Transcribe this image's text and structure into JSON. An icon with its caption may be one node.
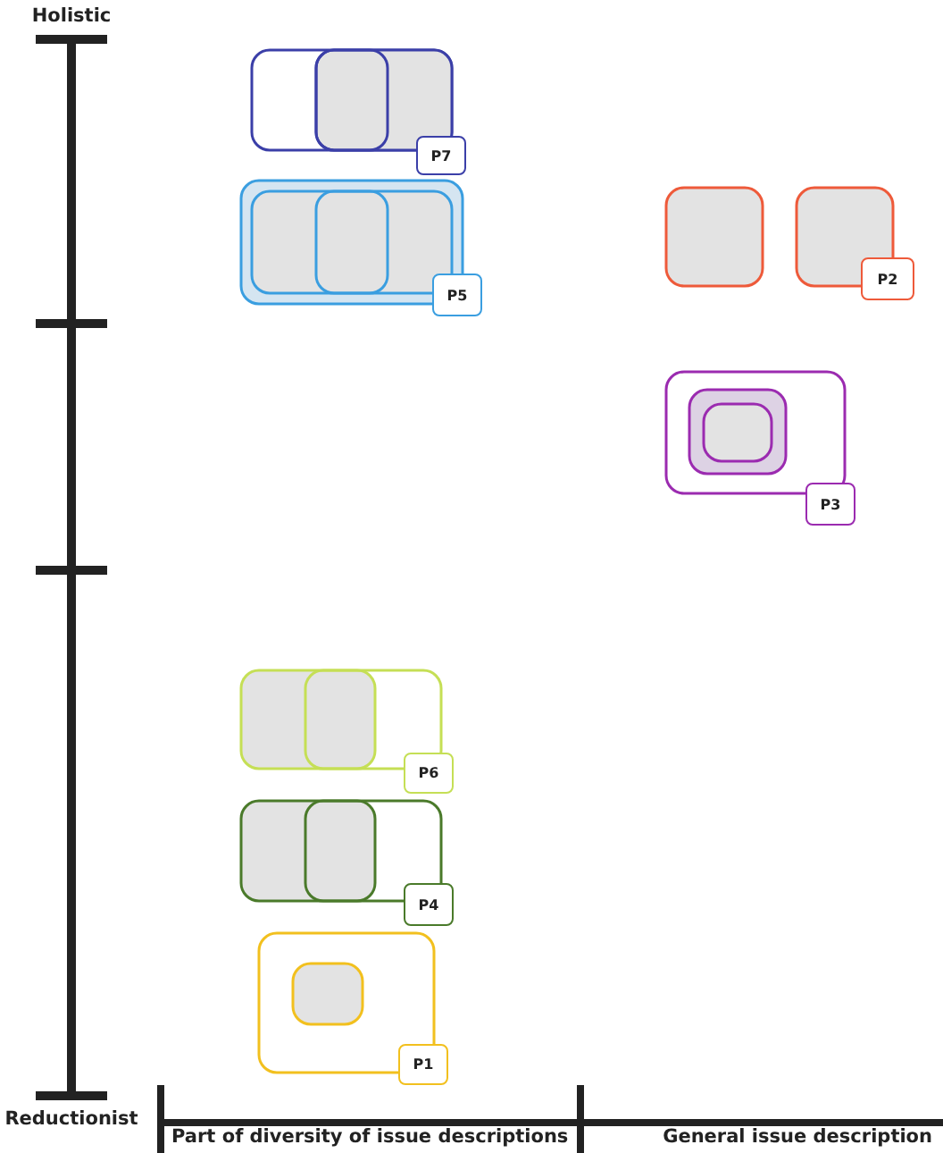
{
  "diagram": {
    "nodes": [
      {
        "text": [
          "P7"
        ]
      },
      {
        "text": [
          "P5"
        ]
      },
      {
        "text": [
          "P2"
        ]
      },
      {
        "text": [
          "P3"
        ]
      },
      {
        "text": [
          "P6"
        ]
      },
      {
        "text": [
          "P4"
        ]
      },
      {
        "text": [
          "P1"
        ]
      }
    ],
    "labels": [
      "Holistic",
      "Reductionist",
      "Part of diversity of issue descriptions",
      "General issue description"
    ]
  }
}
